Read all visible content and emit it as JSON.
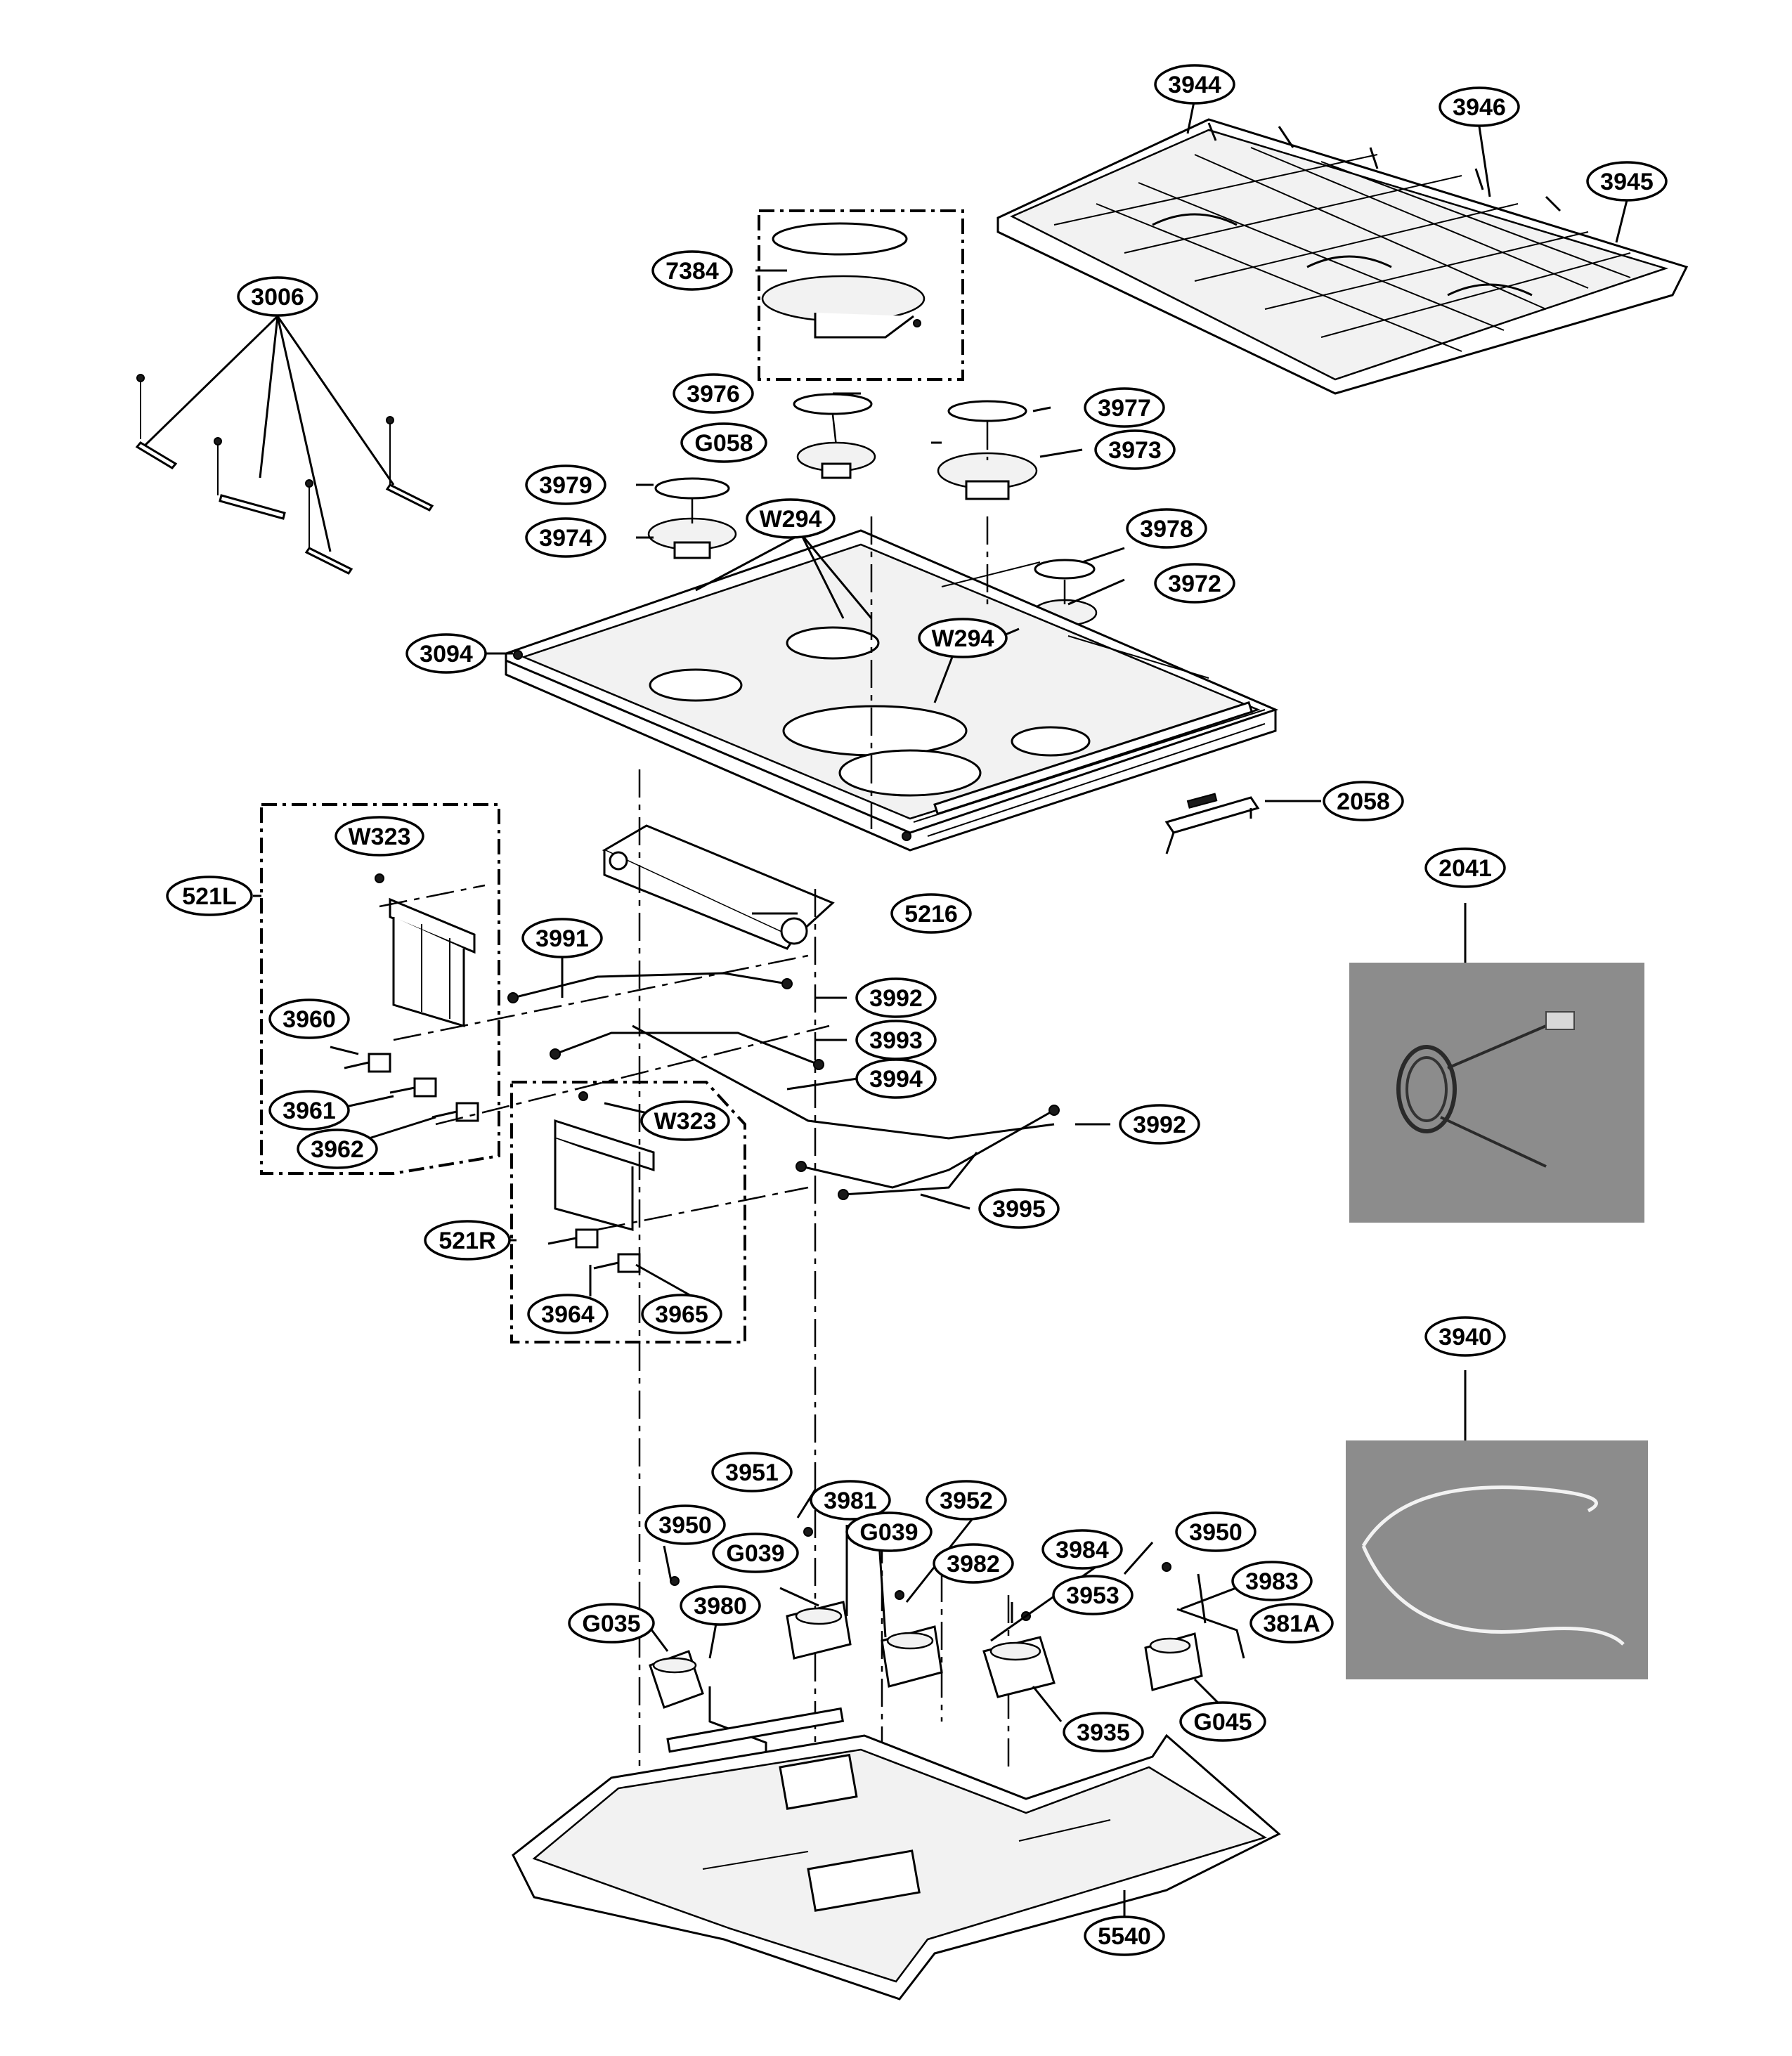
{
  "parts": {
    "p3944": "3944",
    "p3946": "3946",
    "p3945": "3945",
    "p7384": "7384",
    "p3006": "3006",
    "p3976": "3976",
    "p3977": "3977",
    "pG058": "G058",
    "p3973": "3973",
    "p3979": "3979",
    "p3974": "3974",
    "pW294a": "W294",
    "p3978": "3978",
    "p3972": "3972",
    "pW294b": "W294",
    "p3094": "3094",
    "p2058": "2058",
    "pW323a": "W323",
    "p521L": "521L",
    "p5216": "5216",
    "p2041": "2041",
    "p3991": "3991",
    "p3992a": "3992",
    "p3993": "3993",
    "p3960": "3960",
    "p3994": "3994",
    "p3961": "3961",
    "pW323b": "W323",
    "p3962": "3962",
    "p3992b": "3992",
    "p3995": "3995",
    "p521R": "521R",
    "p3964": "3964",
    "p3965": "3965",
    "p3940": "3940",
    "p3951": "3951",
    "p3981": "3981",
    "p3952": "3952",
    "p3950a": "3950",
    "pG039a": "G039",
    "pG039b": "G039",
    "p3984": "3984",
    "p3950b": "3950",
    "p3982": "3982",
    "p3983": "3983",
    "pG035": "G035",
    "p3980": "3980",
    "p3953": "3953",
    "p381A": "381A",
    "p3935": "3935",
    "pG045": "G045",
    "p5540": "5540"
  }
}
